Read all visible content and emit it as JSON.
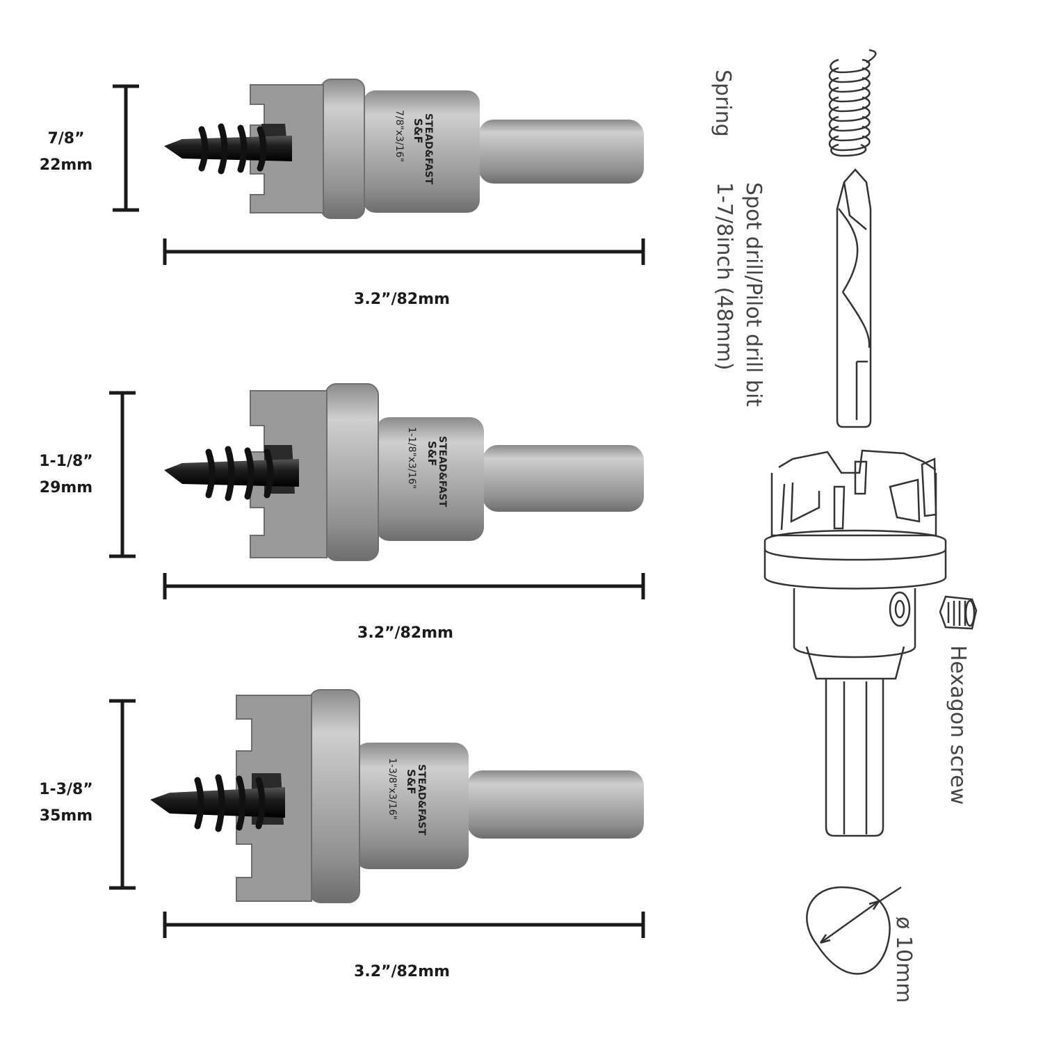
{
  "cutters": [
    {
      "diameter_in": "7/8”",
      "diameter_mm": "22mm",
      "length": "3.2”/82mm",
      "engraving_size": "7/8\"x3/16\""
    },
    {
      "diameter_in": "1-1/8”",
      "diameter_mm": "29mm",
      "length": "3.2”/82mm",
      "engraving_size": "1-1/8\"x3/16\""
    },
    {
      "diameter_in": "1-3/8”",
      "diameter_mm": "35mm",
      "length": "3.2”/82mm",
      "engraving_size": "1-3/8\"x3/16\""
    }
  ],
  "brand": {
    "logo": "S&F",
    "name": "STEAD&FAST"
  },
  "parts": {
    "spring": "Spring",
    "pilot_line1": "Spot drill/Pilot drill bit",
    "pilot_line2": "1-7/8inch (48mm)",
    "hex_screw": "Hexagon screw",
    "shank_diameter": "ø 10mm"
  },
  "colors": {
    "ink": "#1a1a1a",
    "steel_light": "#c4c4c4",
    "steel_dark": "#7d7d7d",
    "drill_black": "#222222",
    "line_art": "#333333"
  }
}
